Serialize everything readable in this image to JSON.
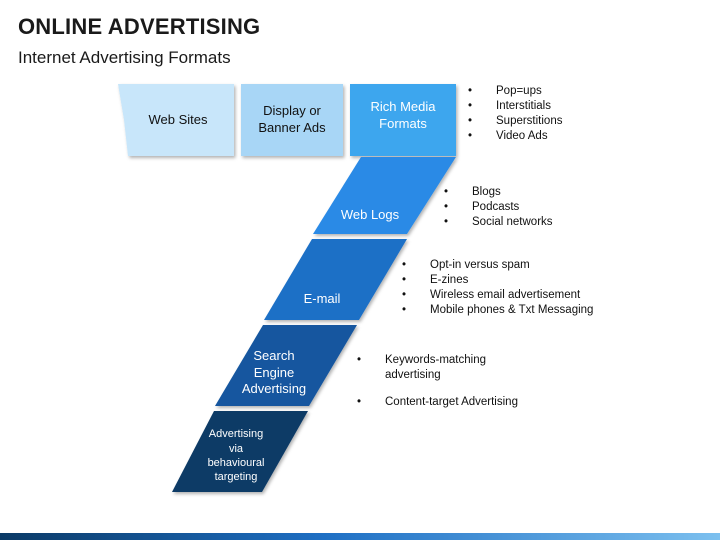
{
  "header": {
    "title": "ONLINE ADVERTISING",
    "subtitle": "Internet Advertising Formats"
  },
  "blocks": [
    {
      "id": "web-sites",
      "label": "Web Sites",
      "color": "#c8e6fa",
      "text_color": "#111111"
    },
    {
      "id": "display-banner-ads",
      "label": "Display or\nBanner Ads",
      "color": "#a8d6f6",
      "text_color": "#111111"
    },
    {
      "id": "rich-media-formats",
      "label": "Rich Media\nFormats",
      "color": "#3ea6ee",
      "text_color": "#ffffff"
    },
    {
      "id": "web-logs",
      "label": "Web Logs",
      "color": "#2a8ae6",
      "text_color": "#ffffff"
    },
    {
      "id": "e-mail",
      "label": "E-mail",
      "color": "#1d6fc6",
      "text_color": "#ffffff"
    },
    {
      "id": "search-engine-advertising",
      "label": "Search\nEngine\nAdvertising",
      "color": "#13579f",
      "text_color": "#ffffff"
    },
    {
      "id": "behavioural-targeting",
      "label": "Advertising\nvia\nbehavioural\ntargeting",
      "color": "#0c3a66",
      "text_color": "#ffffff"
    }
  ],
  "bullets": {
    "rich_media": [
      "Pop=ups",
      "Interstitials",
      "Superstitions",
      "Video Ads"
    ],
    "web_logs": [
      "Blogs",
      "Podcasts",
      "Social networks"
    ],
    "email": [
      "Opt-in versus spam",
      "E-zines",
      "Wireless email advertisement",
      "Mobile phones & Txt Messaging"
    ],
    "search": [
      "Keywords-matching\nadvertising",
      "Content-target Advertising"
    ]
  },
  "colors": {
    "bottom_bar_start": "#0b3a66",
    "bottom_bar_end": "#7cc0ef"
  }
}
